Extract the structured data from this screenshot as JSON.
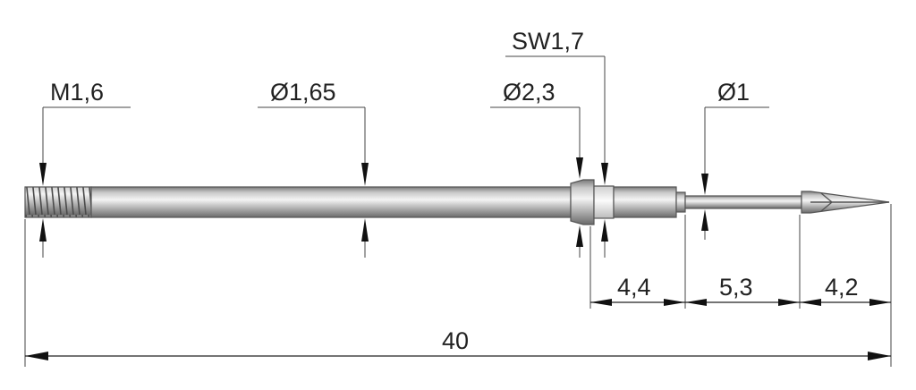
{
  "labels": {
    "thread": "M1,6",
    "shaft_diameter": "Ø1,65",
    "collar_diameter": "Ø2,3",
    "wrench_size": "SW1,7",
    "tip_diameter": "Ø1",
    "len_collar": "4,4",
    "len_neck": "5,3",
    "len_tip": "4,2",
    "len_total": "40"
  },
  "colors": {
    "metal_light": "#f2f2f2",
    "metal_mid": "#b4b4b4",
    "metal_dark": "#6e6e6e",
    "line": "#222222"
  }
}
